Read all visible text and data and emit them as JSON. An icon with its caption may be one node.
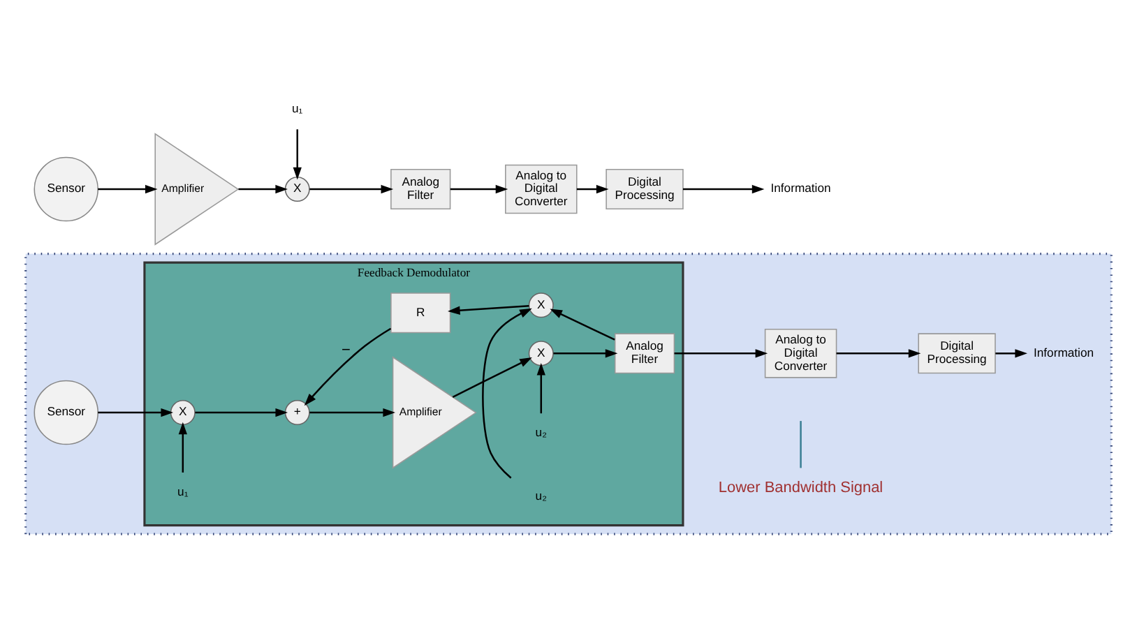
{
  "diagram": {
    "nodes": [
      {
        "text": [
          "Sensor"
        ]
      },
      {
        "text": [
          "Amplifier"
        ]
      },
      {
        "text": [
          "X"
        ]
      },
      {
        "text": [
          "u₁"
        ]
      },
      {
        "text": [
          "Analog Filter"
        ]
      },
      {
        "text": [
          "Analog to Digital Converter"
        ]
      },
      {
        "text": [
          "Digital Processing"
        ]
      },
      {
        "text": [
          "Information"
        ]
      },
      {
        "text": [],
        "shape": "box"
      },
      {
        "text": [
          "Sensor"
        ],
        "in": 8
      },
      {
        "text": [
          "Feedback Demodulator"
        ],
        "in": 8
      },
      {
        "text": [
          "u₁"
        ],
        "in": 10
      },
      {
        "text": [
          "X"
        ],
        "in": 10
      },
      {
        "text": [
          "+"
        ],
        "in": 10
      },
      {
        "text": [
          "Amplifier"
        ],
        "in": 10
      },
      {
        "text": [
          "u₂"
        ],
        "in": 10
      },
      {
        "text": [
          "X"
        ],
        "in": 10
      },
      {
        "text": [
          "Analog Filter"
        ],
        "in": 10
      },
      {
        "text": [
          "X"
        ],
        "in": 10
      },
      {
        "text": [
          "u₂"
        ],
        "in": 10
      },
      {
        "text": [
          "R"
        ],
        "in": 10
      },
      {
        "text": [
          "Analog to Digital Converter"
        ],
        "in": 8
      },
      {
        "text": [
          "Digital Processing"
        ],
        "in": 8
      },
      {
        "text": [
          "Information"
        ],
        "in": 8
      },
      {
        "text": [
          "Lower Bandwidth Signal"
        ],
        "in": 8
      }
    ],
    "edges": [
      {
        "from": 0,
        "to": 1,
        "arrow": "to"
      },
      {
        "from": 1,
        "to": 2,
        "arrow": "to"
      },
      {
        "from": 3,
        "to": 2,
        "arrow": "to"
      },
      {
        "from": 2,
        "to": 4,
        "arrow": "to"
      },
      {
        "from": 4,
        "to": 5,
        "arrow": "to"
      },
      {
        "from": 5,
        "to": 6,
        "arrow": "to"
      },
      {
        "from": 6,
        "to": 7,
        "arrow": "to"
      },
      {
        "from": 9,
        "to": 12,
        "arrow": "to"
      },
      {
        "from": 11,
        "to": 12,
        "arrow": "to"
      },
      {
        "from": 12,
        "to": 13,
        "arrow": "to"
      },
      {
        "from": 13,
        "to": 14,
        "arrow": "to"
      },
      {
        "from": 14,
        "to": 16,
        "arrow": "to"
      },
      {
        "from": 15,
        "to": 16,
        "arrow": "to"
      },
      {
        "from": 16,
        "to": 17,
        "arrow": "to"
      },
      {
        "from": 17,
        "to": 21,
        "arrow": "to"
      },
      {
        "from": 17,
        "to": 18,
        "arrow": "to"
      },
      {
        "from": 19,
        "to": 18,
        "arrow": "to"
      },
      {
        "from": 18,
        "to": 20,
        "arrow": "to"
      },
      {
        "from": 20,
        "to": 13,
        "arrow": "to",
        "label": "−"
      },
      {
        "from": 21,
        "to": 22,
        "arrow": "to"
      },
      {
        "from": 22,
        "to": 23,
        "arrow": "to"
      },
      {
        "from": 24,
        "to": null,
        "arrow": "none",
        "color": "#3a7f94"
      }
    ]
  }
}
